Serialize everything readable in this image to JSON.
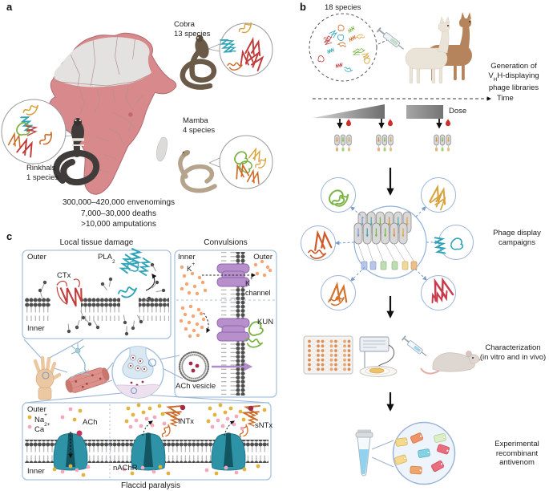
{
  "colors": {
    "map_fill": "#d8898b",
    "desert": "#e3e2e0",
    "box_border": "#a9c2de",
    "channel_purple": "#b78fcb",
    "receptor_teal": "#2e93a6",
    "na_yellow": "#e2b33d",
    "ca_pink": "#f3a8be",
    "k_orange": "#f4a572",
    "ach_red": "#a22c48",
    "blood_red": "#c9302c"
  },
  "panel_a": {
    "label": "a",
    "cobra": {
      "name": "Cobra",
      "count": "13 species"
    },
    "mamba": {
      "name": "Mamba",
      "count": "4 species"
    },
    "rinkhals": {
      "name": "Rinkhals",
      "count": "1 species"
    },
    "stats": {
      "line1": "300,000–420,000 envenomings",
      "line2": "7,000–30,000 deaths",
      "line3": ">10,000 amputations"
    }
  },
  "panel_b": {
    "label": "b",
    "species": "18 species",
    "time": "Time",
    "dose": "Dose",
    "step1": {
      "l1": "Generation of",
      "l2_pre": "V",
      "l2_sub": "H",
      "l2_post": "H-displaying",
      "l3": "phage libraries"
    },
    "step2": {
      "l1": "Phage display",
      "l2": "campaigns"
    },
    "step3": {
      "l1": "Characterization",
      "l2": "(in vitro and in vivo)"
    },
    "step4": {
      "l1": "Experimental",
      "l2": "recombinant",
      "l3": "antivenom"
    }
  },
  "panel_c": {
    "label": "c",
    "box1": {
      "title": "Local tissue damage",
      "outer": "Outer",
      "inner": "Inner",
      "ctx": "CTx",
      "pla": "PLA",
      "pla_sub": "2"
    },
    "box2": {
      "title": "Convulsions",
      "inner": "Inner",
      "outer": "Outer",
      "k": "K",
      "k_sup": "+",
      "channel_word": "channel",
      "kun": "KUN",
      "vesicle": "ACh vesicle"
    },
    "box3": {
      "outer": "Outer",
      "inner": "Inner",
      "na": "Na",
      "na_sup": "+",
      "ca": "Ca",
      "ca_sup": "2+",
      "ach": "ACh",
      "intx": "INTx",
      "sntx": "sNTx",
      "nachr": "nAChR"
    },
    "caption": "Flaccid paralysis"
  }
}
